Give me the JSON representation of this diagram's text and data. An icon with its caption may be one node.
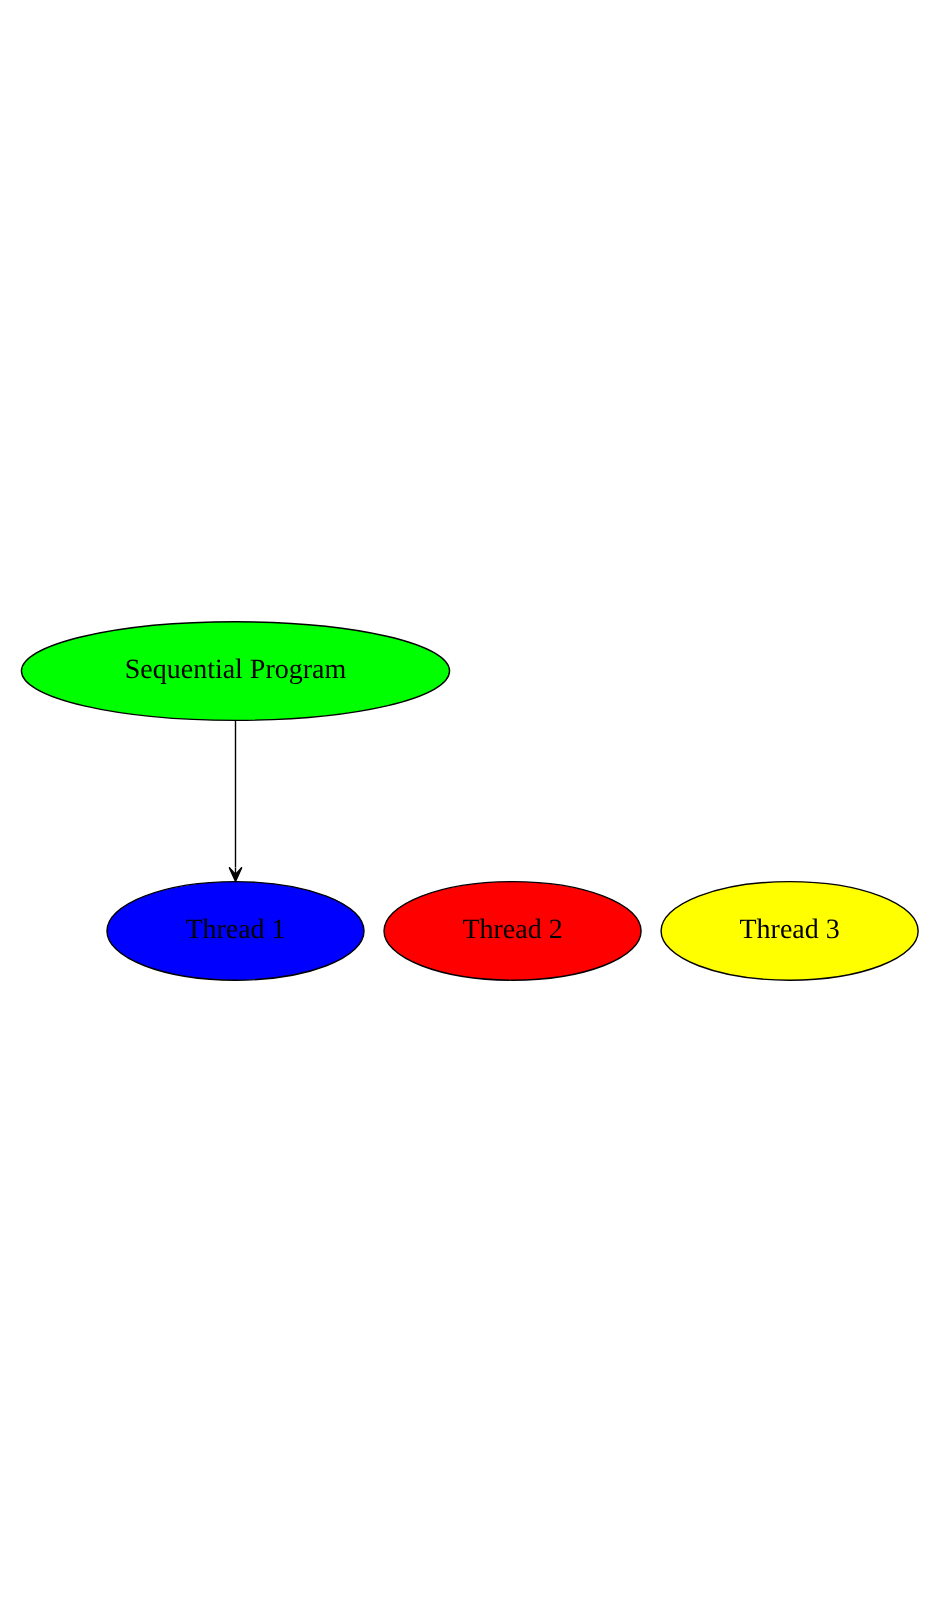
{
  "diagram": {
    "nodes": [
      {
        "text": [
          "Sequential Program"
        ]
      },
      {
        "text": [
          "Thread 1"
        ]
      },
      {
        "text": [
          "Thread 2"
        ]
      },
      {
        "text": [
          "Thread 3"
        ]
      }
    ],
    "edges": [
      {
        "from": 0,
        "to": 1,
        "arrow": "to"
      }
    ]
  }
}
